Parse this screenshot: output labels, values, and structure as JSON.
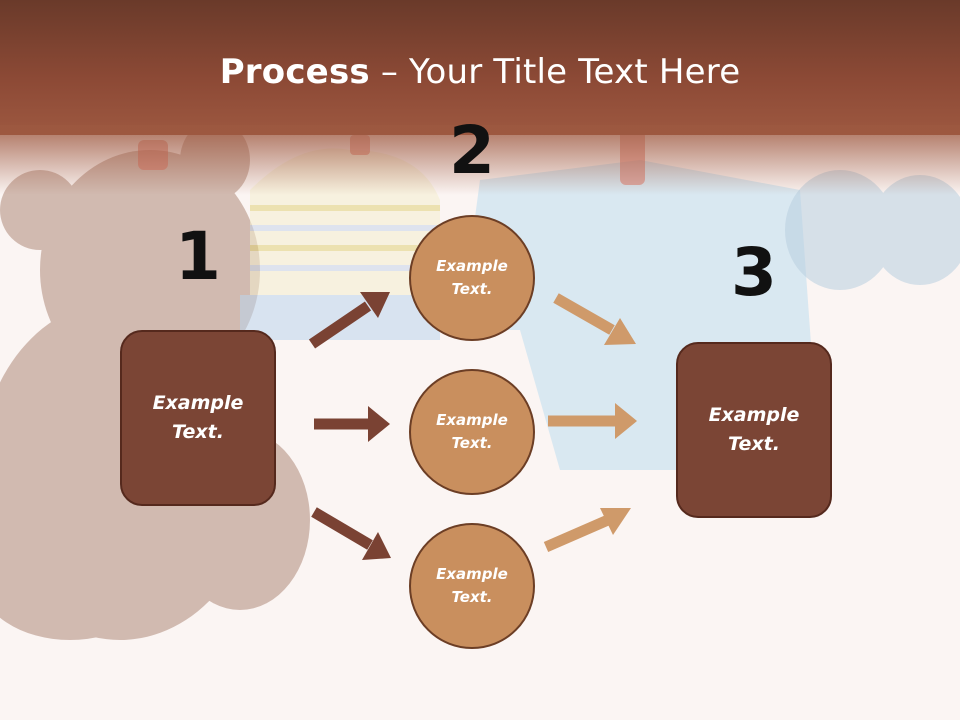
{
  "title": {
    "bold": "Process",
    "rest": " – Your Title Text Here"
  },
  "steps": [
    {
      "number": "1",
      "label": "Example\nText."
    },
    {
      "number": "2",
      "label": ""
    },
    {
      "number": "3",
      "label": "Example\nText."
    }
  ],
  "circles": [
    {
      "label": "Example\nText."
    },
    {
      "label": "Example\nText."
    },
    {
      "label": "Example\nText."
    }
  ],
  "colors": {
    "header": "#8d4a36",
    "box_fill": "#7b4535",
    "circle_fill": "#c98f5e",
    "arrow_dark": "#7a4233",
    "arrow_light": "#cf9a6a"
  }
}
